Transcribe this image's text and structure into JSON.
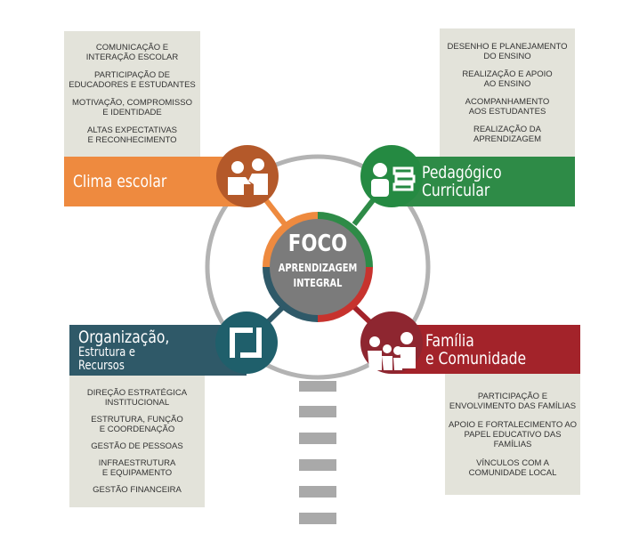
{
  "center": {
    "title": "FOCO",
    "line1": "APRENDIZAGEM",
    "line2": "INTEGRAL"
  },
  "dimensions": [
    {
      "title": "Clima escolar",
      "color": "#ee8a3f",
      "icon": "people-handshake-icon",
      "items": [
        "COMUNICAÇÃO E\nINTERAÇÃO ESCOLAR",
        "PARTICIPAÇÃO DE\nEDUCADORES E ESTUDANTES",
        "MOTIVAÇÃO, COMPROMISSO\nE IDENTIDADE",
        "ALTAS EXPECTATIVAS\nE RECONHECIMENTO"
      ]
    },
    {
      "title1": "Pedagógico",
      "title2": "Curricular",
      "color": "#2e8b47",
      "icon": "student-books-icon",
      "items": [
        "DESENHO E PLANEJAMENTO\nDO ENSINO",
        "REALIZAÇÃO E APOIO\nAO ENSINO",
        "ACOMPANHAMENTO\nAOS ESTUDANTES",
        "REALIZAÇÃO DA\nAPRENDIZAGEM"
      ]
    },
    {
      "title1": "Organização,",
      "title2": "Estrutura e",
      "title3": "Recursos",
      "color": "#2f5968",
      "icon": "structure-frame-icon",
      "items": [
        "DIREÇÃO ESTRATÉGICA\nINSTITUCIONAL",
        "ESTRUTURA, FUNÇÃO\nE COORDENAÇÃO",
        "GESTÃO DE PESSOAS",
        "INFRAESTRUTURA\nE EQUIPAMENTO",
        "GESTÃO FINANCEIRA"
      ]
    },
    {
      "title1": "Família",
      "title2": "e Comunidade",
      "color": "#a3232a",
      "icon": "family-icon",
      "items": [
        "PARTICIPAÇÃO E\nENVOLVIMENTO DAS FAMÍLIAS",
        "APOIO E FORTALECIMENTO AO\nPAPEL EDUCATIVO DAS FAMÍLIAS",
        "VÍNCULOS COM A\nCOMUNIDADE LOCAL"
      ]
    }
  ]
}
